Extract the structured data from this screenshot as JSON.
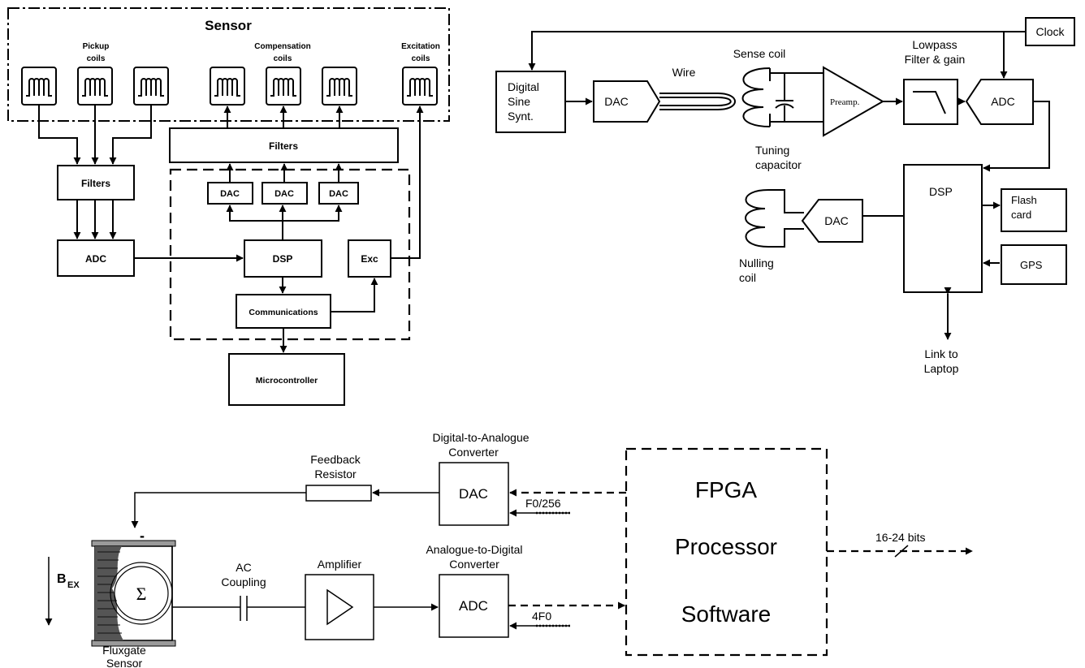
{
  "panel_a": {
    "sensor_title": "Sensor",
    "pickup_label": [
      "Pickup",
      "coils"
    ],
    "compensation_label": [
      "Compensation",
      "coils"
    ],
    "excitation_label": [
      "Excitation",
      "coils"
    ],
    "filters_top": "Filters",
    "filters_left": "Filters",
    "dac": "DAC",
    "adc": "ADC",
    "dsp": "DSP",
    "exc": "Exc",
    "communications": "Communications",
    "microcontroller": "Microcontroller"
  },
  "panel_b": {
    "clock": "Clock",
    "digital_sine": [
      "Digital",
      "Sine",
      "Synt."
    ],
    "dac_tx": "DAC",
    "wire": "Wire",
    "sense_coil": "Sense coil",
    "preamp": "Preamp.",
    "lowpass": [
      "Lowpass",
      "Filter & gain"
    ],
    "adc": "ADC",
    "tuning": [
      "Tuning",
      "capacitor"
    ],
    "dsp": "DSP",
    "flash": [
      "Flash",
      "card"
    ],
    "gps": "GPS",
    "dac_null": "DAC",
    "nulling": [
      "Nulling",
      "coil"
    ],
    "link": [
      "Link to",
      "Laptop"
    ]
  },
  "panel_c": {
    "dac_title": [
      "Digital-to-Analogue",
      "Converter"
    ],
    "dac": "DAC",
    "f0_256": "F0/256",
    "feedback": [
      "Feedback",
      "Resistor"
    ],
    "fpga": [
      "FPGA",
      "Processor",
      "Software"
    ],
    "bits": "16-24 bits",
    "minus": "-",
    "bex": "B",
    "bex_sub": "EX",
    "sigma": "Σ",
    "ac": [
      "AC",
      "Coupling"
    ],
    "amplifier": "Amplifier",
    "adc_title": [
      "Analogue-to-Digital",
      "Converter"
    ],
    "adc": "ADC",
    "f4": "4F0",
    "fluxgate": [
      "Fluxgate",
      "Sensor"
    ]
  }
}
